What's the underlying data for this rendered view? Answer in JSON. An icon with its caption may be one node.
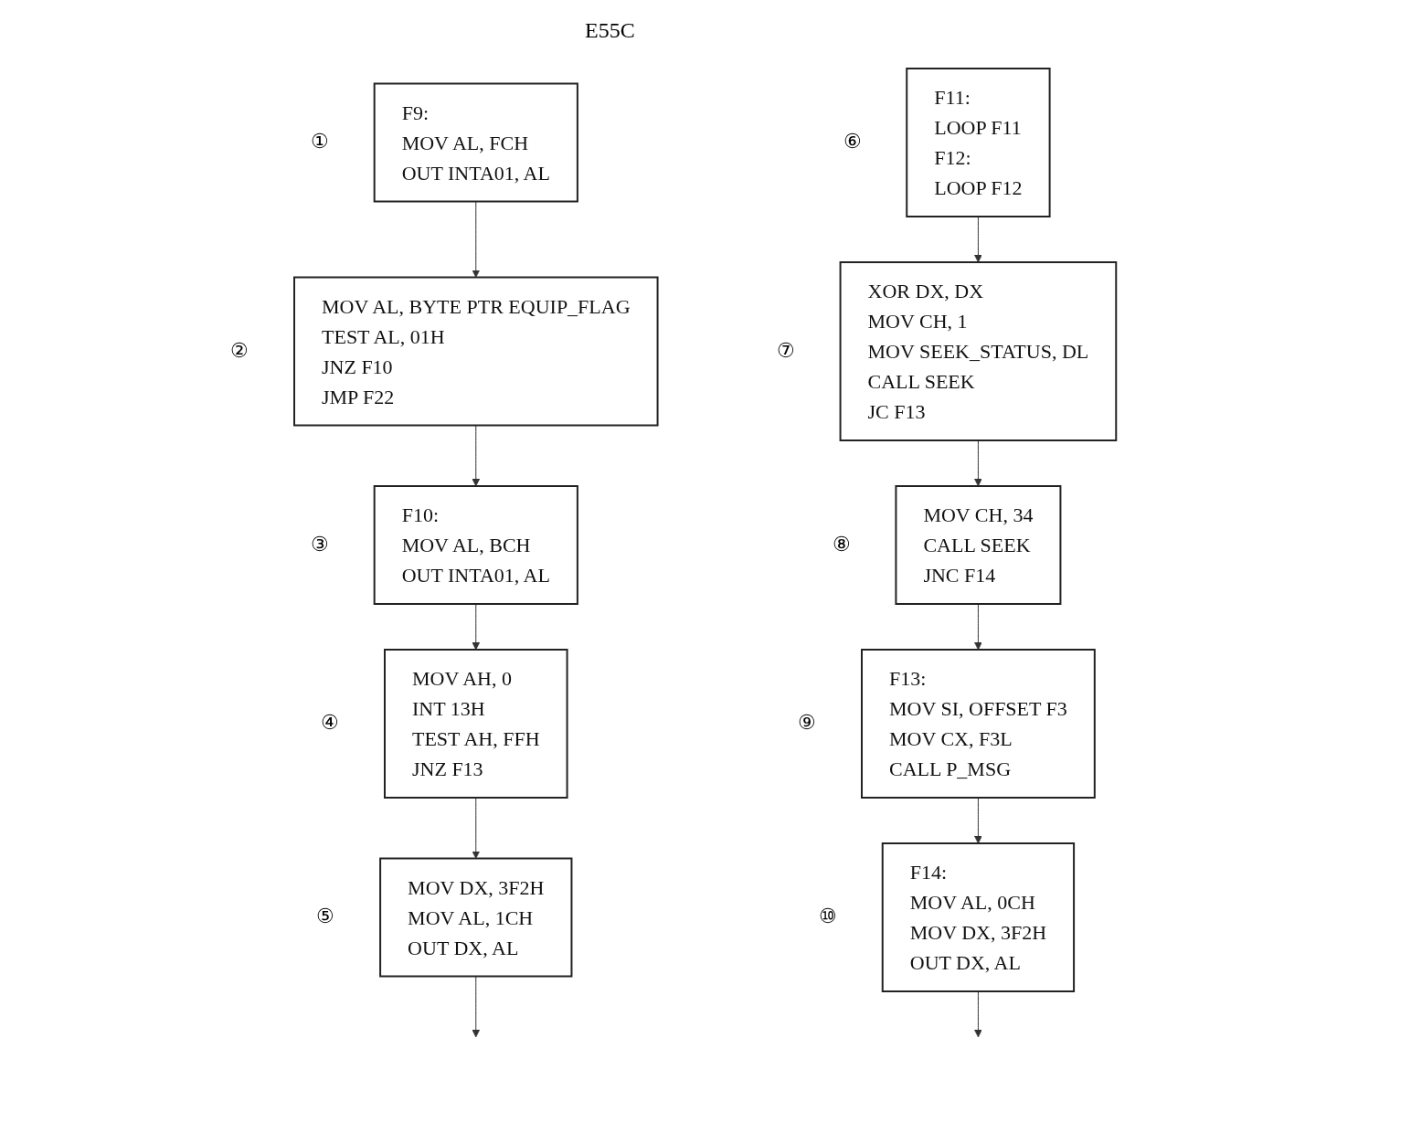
{
  "diagram": {
    "nodes": [
      {
        "text": [
          "F9:",
          "MOV AL, FCH",
          "OUT INTA01, AL"
        ],
        "beside": [
          "①"
        ]
      },
      {
        "text": [
          "MOV AL, BYTE PTR EQUIP_FLAG",
          "TEST AL, 01H",
          "JNZ F10",
          "JMP F22"
        ],
        "beside": [
          "②"
        ]
      },
      {
        "text": [
          "F10:",
          "MOV AL, BCH",
          "OUT INTA01, AL"
        ],
        "beside": [
          "③"
        ]
      },
      {
        "text": [
          "MOV AH, 0",
          "INT 13H",
          "TEST AH, FFH",
          "JNZ F13"
        ],
        "beside": [
          "④"
        ]
      },
      {
        "text": [
          "MOV DX, 3F2H",
          "MOV AL, 1CH",
          "OUT DX, AL"
        ],
        "beside": [
          "⑤"
        ]
      },
      {
        "text": [
          "F11:",
          "LOOP F11",
          "F12:",
          "LOOP F12"
        ],
        "beside": [
          "⑥"
        ]
      },
      {
        "text": [
          "XOR DX, DX",
          "MOV CH, 1",
          "MOV SEEK_STATUS, DL",
          "CALL SEEK",
          "JC F13"
        ],
        "beside": [
          "⑦"
        ]
      },
      {
        "text": [
          "MOV CH, 34",
          "CALL SEEK",
          "JNC F14"
        ],
        "beside": [
          "⑧"
        ]
      },
      {
        "text": [
          "F13:",
          "MOV SI, OFFSET F3",
          "MOV CX, F3L",
          "CALL P_MSG"
        ],
        "beside": [
          "⑨"
        ]
      },
      {
        "text": [
          "F14:",
          "MOV AL, 0CH",
          "MOV DX, 3F2H",
          "OUT DX, AL"
        ],
        "beside": [
          "⑩"
        ]
      }
    ],
    "edges": [
      {
        "from": 0,
        "to": 1,
        "arrow": "to"
      },
      {
        "from": 1,
        "to": 2,
        "arrow": "to"
      },
      {
        "from": 2,
        "to": 3,
        "arrow": "to"
      },
      {
        "from": 3,
        "to": 4,
        "arrow": "to"
      },
      {
        "from": 4,
        "to": null,
        "arrow": "to"
      },
      {
        "from": 5,
        "to": 6,
        "arrow": "to"
      },
      {
        "from": 6,
        "to": 7,
        "arrow": "to"
      },
      {
        "from": 7,
        "to": 8,
        "arrow": "to"
      },
      {
        "from": 8,
        "to": 9,
        "arrow": "to"
      },
      {
        "from": 9,
        "to": null,
        "arrow": "to"
      }
    ],
    "labels": [
      "E55C"
    ]
  }
}
